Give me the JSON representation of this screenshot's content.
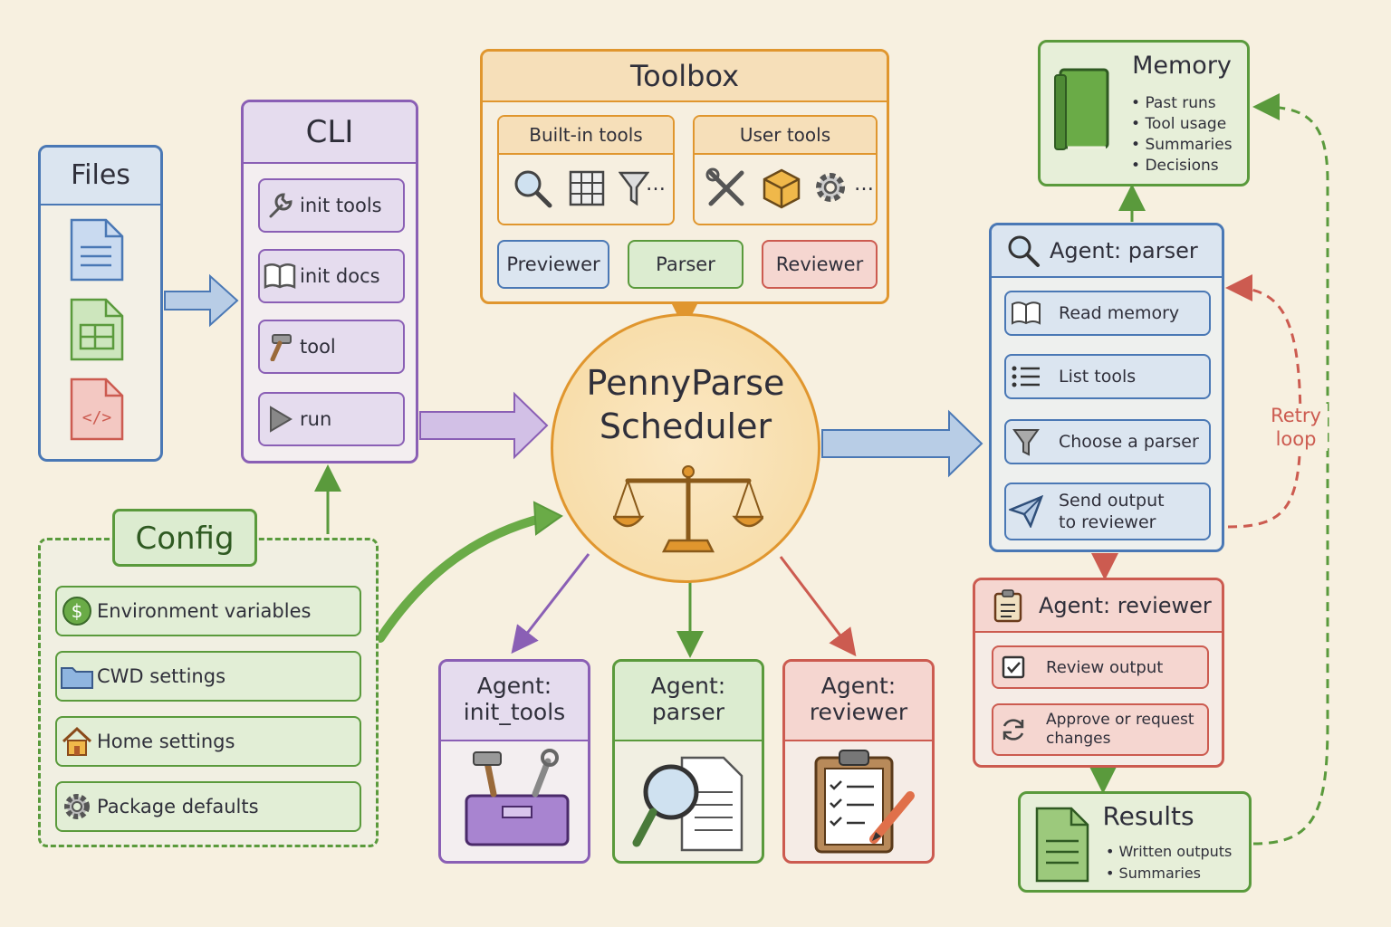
{
  "files": {
    "title": "Files"
  },
  "cli": {
    "title": "CLI",
    "items": [
      "init tools",
      "init docs",
      "tool",
      "run"
    ]
  },
  "toolbox": {
    "title": "Toolbox",
    "builtin_title": "Built-in tools",
    "user_title": "User tools",
    "more": "…",
    "chips": [
      "Previewer",
      "Parser",
      "Reviewer"
    ]
  },
  "scheduler": {
    "line1": "PennyParse",
    "line2": "Scheduler"
  },
  "config": {
    "title": "Config",
    "items": [
      "Environment variables",
      "CWD settings",
      "Home settings",
      "Package defaults"
    ]
  },
  "agents_bottom": [
    {
      "line1": "Agent:",
      "line2": "init_tools"
    },
    {
      "line1": "Agent:",
      "line2": "parser"
    },
    {
      "line1": "Agent:",
      "line2": "reviewer"
    }
  ],
  "memory": {
    "title": "Memory",
    "bullets": [
      "Past runs",
      "Tool usage",
      "Summaries",
      "Decisions"
    ]
  },
  "agent_parser": {
    "title": "Agent: parser",
    "steps": [
      "Read memory",
      "List tools",
      "Choose a parser",
      "Send output",
      "to reviewer"
    ]
  },
  "retry": {
    "line1": "Retry",
    "line2": "loop"
  },
  "agent_reviewer": {
    "title": "Agent: reviewer",
    "steps": [
      "Review output",
      "Approve or request",
      "changes"
    ]
  },
  "results": {
    "title": "Results",
    "bullets": [
      "Written outputs",
      "Summaries"
    ]
  },
  "colors": {
    "blue": "#4a78b5",
    "purple": "#8a5fb5",
    "orange": "#e0962e",
    "green": "#5a9a3c",
    "red": "#cc5b50",
    "bg": "#f7f0e0"
  }
}
